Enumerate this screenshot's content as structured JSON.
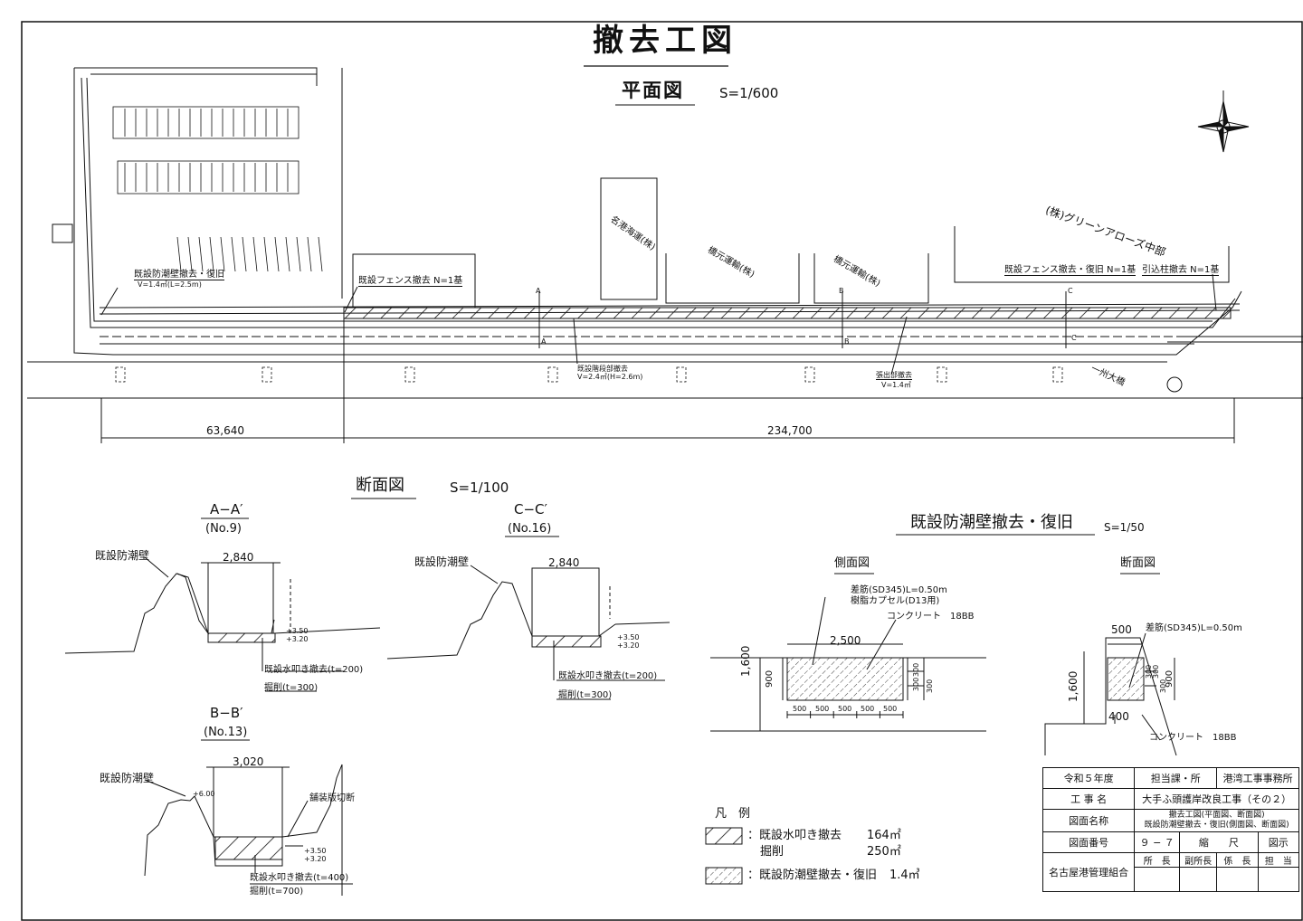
{
  "title": "撤去工図",
  "plan": {
    "heading": "平面図",
    "scale": "S=1/600",
    "company_label": "(株)グリーンアローズ中部",
    "lots": [
      "名港海運(株)",
      "橋元運輸(株)",
      "橋元運輸(株)"
    ],
    "road_label": "一州大橋",
    "callouts": {
      "wall_removal": "既設防潮壁撤去・復旧",
      "wall_removal_sub": "V=1.4㎥(L=2.5m)",
      "fence_left": "既設フェンス撤去 N=1基",
      "fence_right": "既設フェンス撤去・復旧 N=1基",
      "pole": "引込柱撤去 N=1基",
      "stairs": "既設階段部撤去",
      "stairs_sub": "V=2.4㎥(H=2.6m)",
      "overhang": "張出部撤去",
      "overhang_sub": "V=1.4㎥"
    },
    "section_marks": [
      "A",
      "A",
      "B",
      "B",
      "C",
      "C"
    ],
    "dim_left": "63,640",
    "dim_right": "234,700"
  },
  "sections": {
    "heading": "断面図",
    "scale": "S=1/100",
    "wall_label": "既設防潮壁",
    "items": [
      {
        "name": "A−A′",
        "no": "(No.9)",
        "width": "2,840",
        "lev1": "+3.50",
        "lev2": "+3.20",
        "note1": "既設水叩き撤去(t=200)",
        "note2": "掘削(t=300)"
      },
      {
        "name": "C−C′",
        "no": "(No.16)",
        "width": "2,840",
        "lev1": "+3.50",
        "lev2": "+3.20",
        "note1": "既設水叩き撤去(t=200)",
        "note2": "掘削(t=300)"
      },
      {
        "name": "B−B′",
        "no": "(No.13)",
        "width": "3,020",
        "lev0": "+6.00",
        "lev1": "+3.50",
        "lev2": "+3.20",
        "note1": "既設水叩き撤去(t=400)",
        "note2": "掘削(t=700)",
        "cut": "舗装版切断"
      }
    ]
  },
  "detail": {
    "heading": "既設防潮壁撤去・復旧",
    "scale": "S=1/50",
    "side": {
      "heading": "側面図",
      "rebar": "差筋(SD345)L=0.50m",
      "cap": "樹脂カプセル(D13用)",
      "concrete": "コンクリート　18BB",
      "width": "2,500",
      "h_total": "1,600",
      "h_wall": "900",
      "h_parts": [
        "300",
        "300",
        "300"
      ],
      "spacing": [
        "500",
        "500",
        "500",
        "500",
        "500"
      ]
    },
    "sect": {
      "heading": "断面図",
      "width": "500",
      "rebar": "差筋(SD345)L=0.50m",
      "h_total": "1,600",
      "h_wall": "900",
      "h_parts": [
        "300",
        "300",
        "300"
      ],
      "base": "400",
      "concrete": "コンクリート　18BB"
    }
  },
  "legend": {
    "heading": "凡　例",
    "row1": "：既設水叩き撤去",
    "row1_val": "164㎡",
    "row2": "掘削",
    "row2_val": "250㎡",
    "row3": "：既設防潮壁撤去・復旧",
    "row3_val": "1.4㎥"
  },
  "titleblock": {
    "year": "令和５年度",
    "charge_label": "担当課・所",
    "office": "港湾工事事務所",
    "work_label": "工 事 名",
    "work": "大手ふ頭護岸改良工事（その２）",
    "dwg_name_label": "図面名称",
    "dwg_name1": "撤去工図(平面図、断面図)",
    "dwg_name2": "既設防潮壁撤去・復旧(側面図、断面図)",
    "dwg_no_label": "図面番号",
    "dwg_no": "９ − ７",
    "scale_label": "縮　　尺",
    "scale_val": "図示",
    "org": "名古屋港管理組合",
    "sign": [
      "所　長",
      "副所長",
      "係　長",
      "担　当"
    ]
  }
}
